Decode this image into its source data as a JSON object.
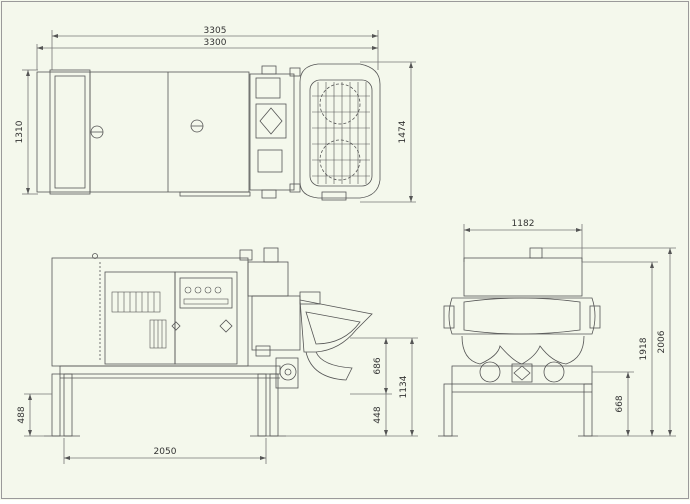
{
  "colors": {
    "background": "#f4f8ec",
    "border": "#9a9a9a",
    "line": "#555555",
    "dim_line": "#777777"
  },
  "dimensions": {
    "top_total_outer": "3305",
    "top_total_inner": "3300",
    "top_height_left": "1310",
    "top_height_right": "1474",
    "side_base_width": "2050",
    "side_leg_height": "488",
    "side_outlet_height": "686",
    "side_outlet_base": "448",
    "side_total_height": "1134",
    "front_width": "1182",
    "front_height_inner": "1918",
    "front_height_outer": "2006",
    "front_leg_height": "668"
  }
}
